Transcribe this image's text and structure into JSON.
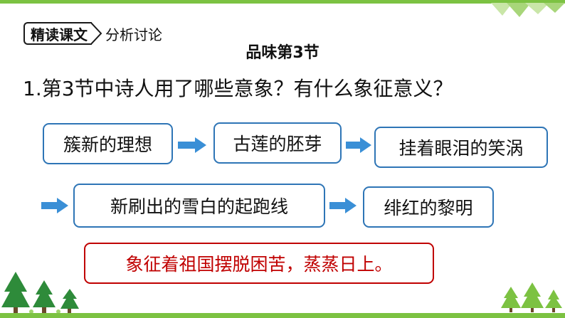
{
  "section_tag": {
    "label": "精读课文",
    "sub": "分析讨论"
  },
  "title": "品味第3节",
  "question": "1.第3节中诗人用了哪些意象？有什么象征意义？",
  "images": [
    {
      "text": "簇新的理想"
    },
    {
      "text": "古莲的胚芽"
    },
    {
      "text": "挂着眼泪的笑涡"
    },
    {
      "text": "新刷出的雪白的起跑线"
    },
    {
      "text": "绯红的黎明"
    }
  ],
  "conclusion": "象征着祖国摆脱困苦，蒸蒸日上。",
  "colors": {
    "accent_green": "#7cc242",
    "box_border": "#2e75b6",
    "arrow": "#3a8fd6",
    "conclusion_red": "#c00000"
  }
}
